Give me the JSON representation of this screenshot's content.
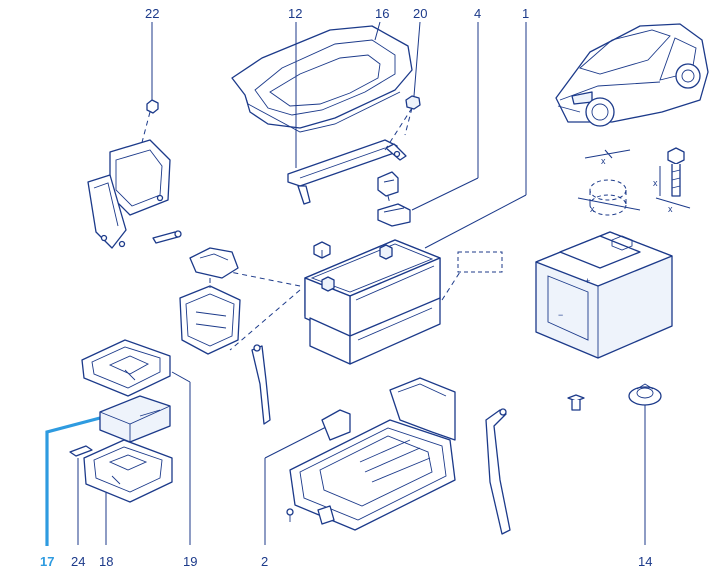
{
  "callouts": {
    "n22": "22",
    "n12": "12",
    "n16": "16",
    "n20": "20",
    "n4": "4",
    "n1": "1",
    "n17": "17",
    "n24": "24",
    "n18": "18",
    "n19": "19",
    "n2": "2",
    "n14": "14"
  },
  "torque_hint": {
    "x1": "x",
    "x2": "x",
    "x3": "x",
    "x4": "x"
  },
  "battery_symbol": {
    "plus": "+",
    "minus": "−"
  },
  "colors": {
    "line": "#1c3a8a",
    "highlight": "#2e9be0",
    "background": "#ffffff"
  }
}
